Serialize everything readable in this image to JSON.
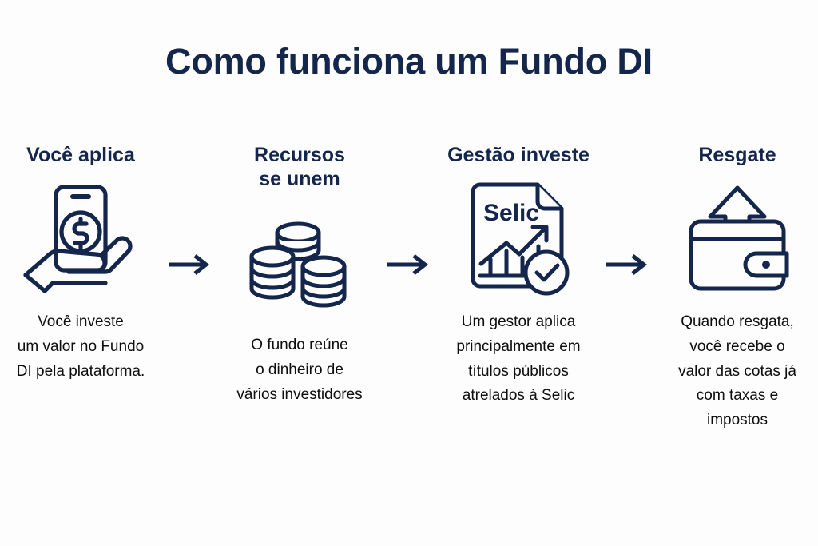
{
  "title": "Como funciona um Fundo DI",
  "colors": {
    "navy": "#14264b",
    "text": "#0d0d0d",
    "background": "#fdfdfd"
  },
  "steps": [
    {
      "heading": "Você aplica",
      "icon": "hand-phone-money-icon",
      "caption": "Você investe\num valor no Fundo\nDI pela plataforma."
    },
    {
      "heading": "Recursos\nse unem",
      "icon": "coin-stacks-icon",
      "caption": "O fundo reúne\no dinheiro de\nvários investidores"
    },
    {
      "heading": "Gestão investe",
      "icon": "selic-document-chart-icon",
      "icon_label": "Selic",
      "caption": "Um gestor aplica\nprincipalmente em\ntìtulos públicos\natrelados à Selic"
    },
    {
      "heading": "Resgate",
      "icon": "wallet-withdraw-icon",
      "caption": "Quando resgata,\nvocê recebe o\nvalor das cotas já\ncom taxas e\nimpostos"
    }
  ],
  "connectors": [
    {
      "name": "arrow-right-1"
    },
    {
      "name": "arrow-right-2"
    },
    {
      "name": "arrow-right-3"
    }
  ]
}
